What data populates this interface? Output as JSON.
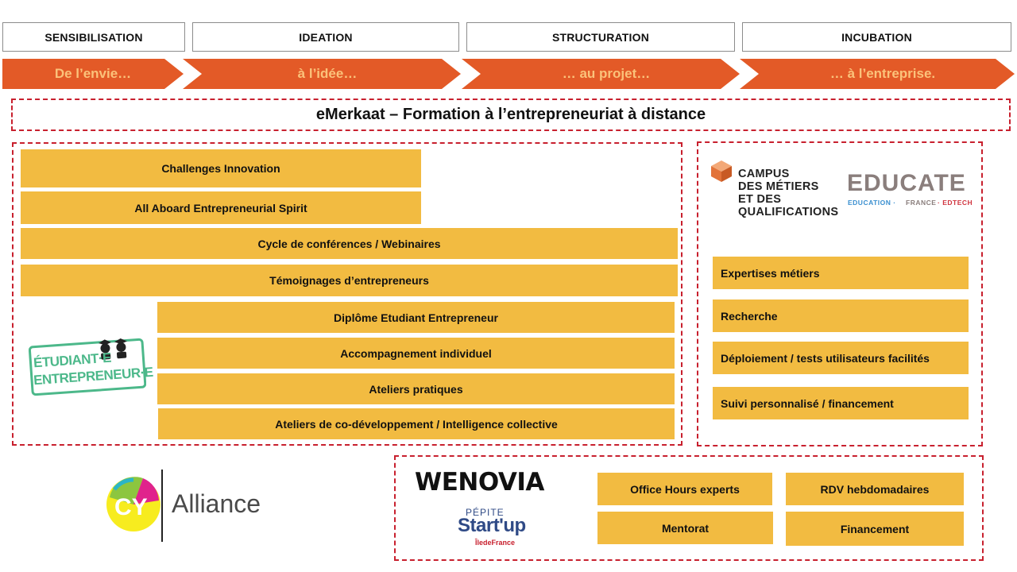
{
  "stages": [
    {
      "label": "SENSIBILISATION",
      "tagline": "De l’envie…"
    },
    {
      "label": "IDEATION",
      "tagline": "à l’idée…"
    },
    {
      "label": "STRUCTURATION",
      "tagline": "… au projet…"
    },
    {
      "label": "INCUBATION",
      "tagline": "… à l’entreprise."
    }
  ],
  "emerkaat": {
    "title": "eMerkaat – Formation à l’entrepreneuriat à distance"
  },
  "left_panel": {
    "items": [
      "Challenges Innovation",
      "All Aboard Entrepreneurial Spirit",
      "Cycle de conférences / Webinaires",
      "Témoignages d’entrepreneurs",
      "Diplôme Etudiant Entrepreneur",
      "Accompagnement individuel",
      "Ateliers pratiques",
      "Ateliers de co-développement / Intelligence collective"
    ],
    "logo": {
      "line1": "ÉTUDIANT·E",
      "line2": "ENTREPRENEUR·E"
    }
  },
  "right_panel": {
    "cmq_logo": {
      "line1": "CAMPUS",
      "line2": "DES MÉTIERS",
      "line3": "ET DES",
      "line4": "QUALIFICATIONS"
    },
    "educate_logo": {
      "main": "EDUCATE",
      "sub1": "EDUCATION ·",
      "sub2": "FRANCE",
      "sub3": "· EDTECH"
    },
    "items": [
      "Expertises métiers",
      "Recherche",
      "Déploiement / tests utilisateurs facilités",
      "Suivi personnalisé / financement"
    ]
  },
  "bottom_panel": {
    "wenovia_logo": "WENOVIA",
    "pepite_logo": {
      "small": "PÉPITE",
      "big": "Start'up",
      "region": "ÎledeFrance"
    },
    "items": [
      "Office Hours experts",
      "RDV hebdomadaires",
      "Mentorat",
      "Financement"
    ]
  },
  "cy_logo": {
    "mark": "CY",
    "name": "Alliance"
  },
  "colors": {
    "chevron": "#e35a27",
    "chevron_text": "#fbc27a",
    "bar": "#f2bb41",
    "dash": "#c8202e",
    "etu_green": "#4cb88a"
  }
}
